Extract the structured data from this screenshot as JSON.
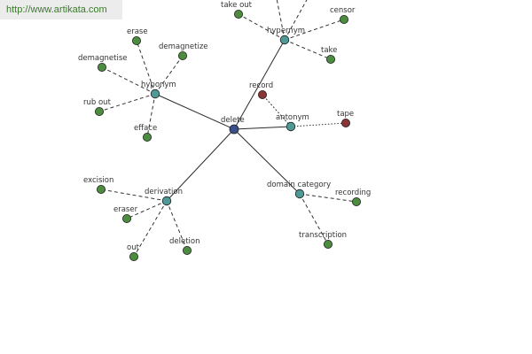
{
  "watermark": "http://www.artikata.com",
  "colors": {
    "center": "#3b4f8c",
    "relation": "#4f9a96",
    "leaf": "#4c8c3f",
    "antonym_leaf": "#8a3535",
    "stroke": "#2b2b2b",
    "dashed": "#333333"
  },
  "graph": {
    "center": "delete",
    "relations": [
      {
        "id": "hypernym",
        "label": "hypernym",
        "leaves": [
          "take out",
          "censor",
          "take"
        ]
      },
      {
        "id": "hyponym",
        "label": "hyponym",
        "leaves": [
          "erase",
          "demagnetize",
          "demagnetise",
          "rub out",
          "efface"
        ]
      },
      {
        "id": "antonym",
        "label": "antonym",
        "leaves": [
          "record",
          "tape"
        ]
      },
      {
        "id": "derivation",
        "label": "derivation",
        "leaves": [
          "excision",
          "eraser",
          "out",
          "deletion"
        ]
      },
      {
        "id": "domain-category",
        "label": "domain category",
        "leaves": [
          "recording",
          "transcription"
        ]
      }
    ]
  }
}
